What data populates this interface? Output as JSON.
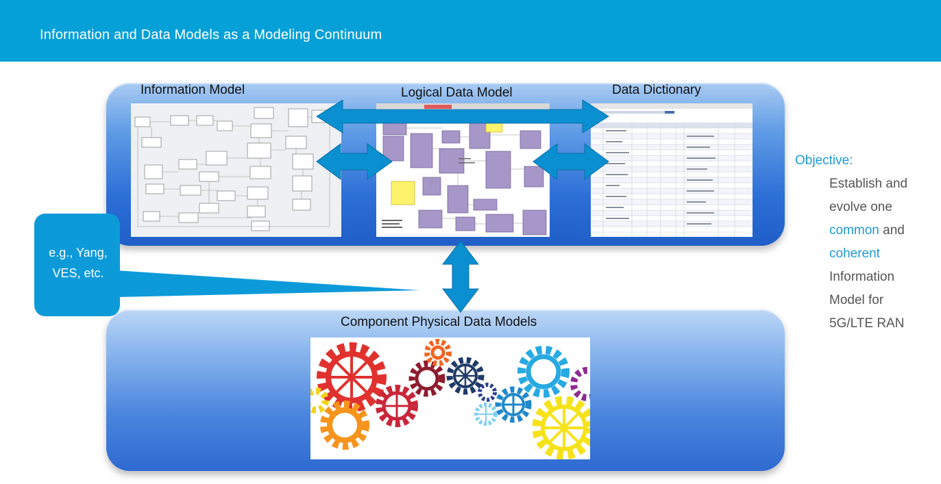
{
  "header": {
    "title": "Information and Data Models as a Modeling Continuum"
  },
  "diagram": {
    "top_labels": {
      "information_model": "Information Model",
      "logical_data_model": "Logical Data Model",
      "data_dictionary": "Data Dictionary"
    },
    "bottom_label": "Component Physical Data Models",
    "callout": {
      "line1": "e.g., Yang,",
      "line2": "VES, etc."
    }
  },
  "objective": {
    "heading": "Objective:",
    "line1": "Establish and",
    "line2": "evolve one",
    "word_common": "common",
    "word_and": " and",
    "word_coherent": "coherent",
    "line5": "Information",
    "line6": "Model for",
    "line7": "5G/LTE RAN"
  },
  "colors": {
    "header": "#06a0d8",
    "arrow": "#0a8fd0",
    "accent": "#1d9ad6",
    "panel": "#2c6fd6"
  }
}
